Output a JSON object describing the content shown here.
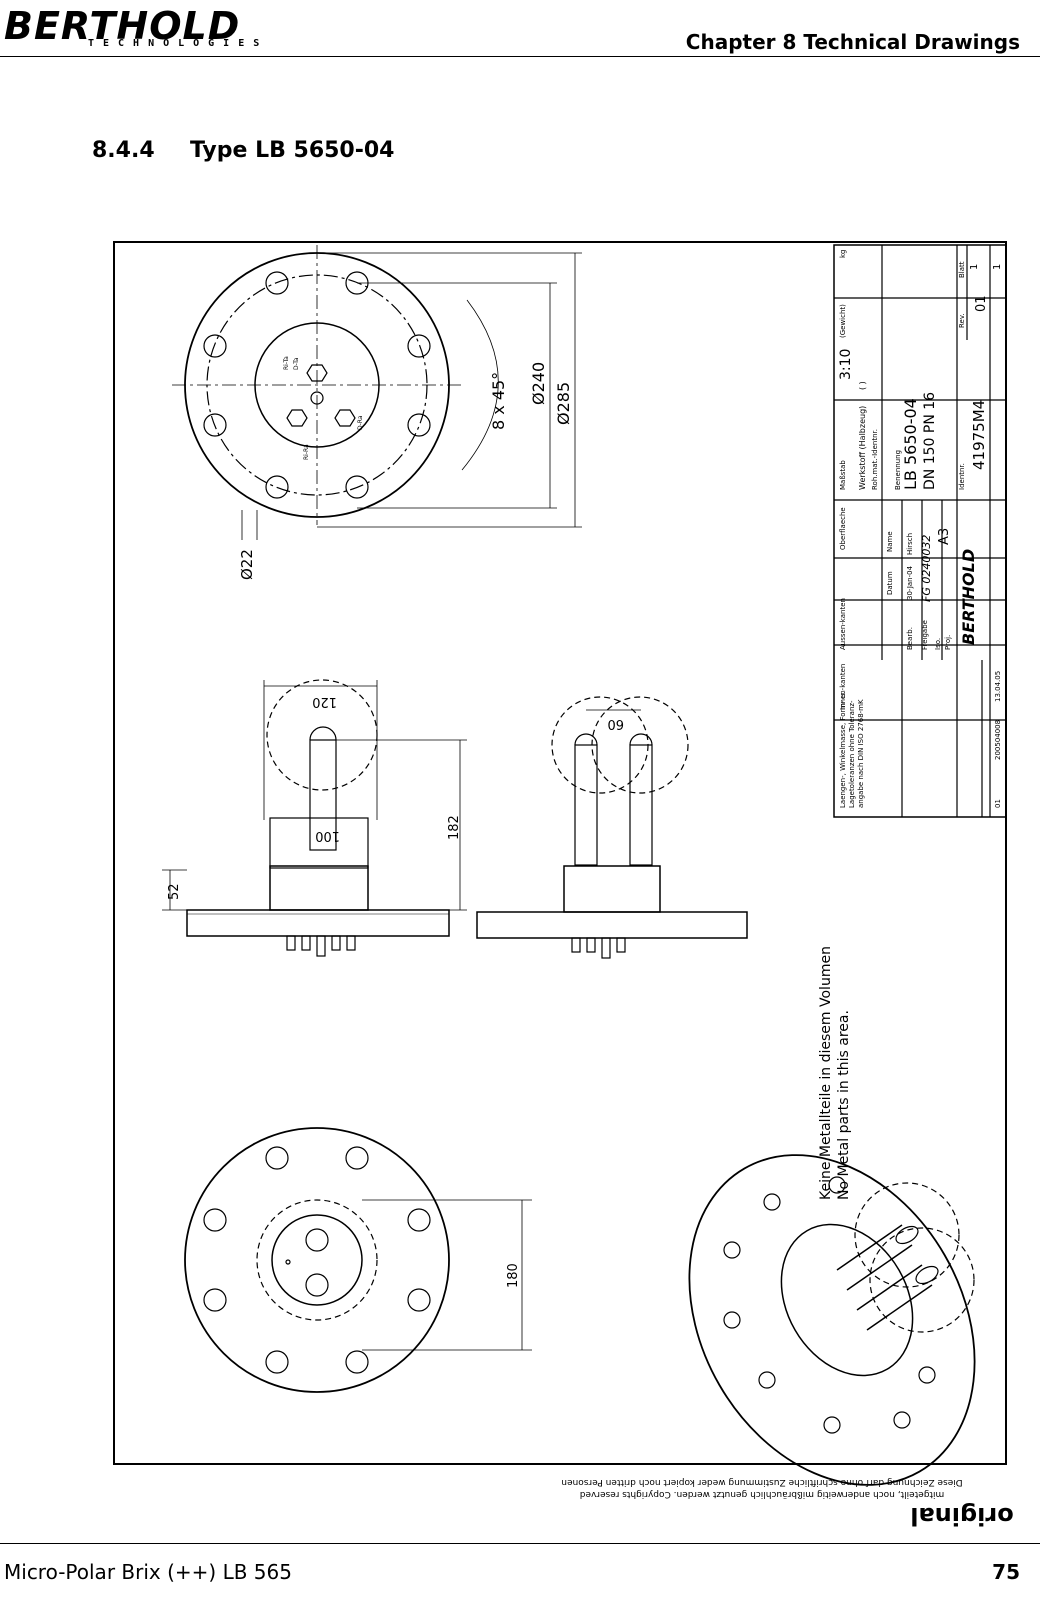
{
  "header": {
    "logo_main": "BERTHOLD",
    "logo_sub": "TECHNOLOGIES",
    "chapter": "Chapter 8 Technical Drawings"
  },
  "section": {
    "number": "8.4.4",
    "title": "Type LB 5650-04"
  },
  "drawing": {
    "dims": {
      "d240": "Ø240",
      "d285": "Ø285",
      "holes": "8 x 45°",
      "d22": "Ø22",
      "d120": "120",
      "d182": "182",
      "d100": "100",
      "d52": "52",
      "d60": "60",
      "d180": "180"
    },
    "flange_labels": [
      "Ri-Ta",
      "D-Ta",
      "D-Ra",
      "Ri-Ra"
    ],
    "notice_de": "Keine Metallteile in diesem Volumen",
    "notice_en": "No Metal parts in this area.",
    "title_block": {
      "tolerance_text": [
        "Laengen-, Winkelmasse, Form- u.",
        "Lagetoleranzen ohne Toleranz-",
        "angabe nach DIN ISO 2768-mK"
      ],
      "inner_edges": "Innen-kanten",
      "outer_edges": "Aussen-kanten",
      "surface": "Oberflaeche",
      "scale_label": "Maßstab",
      "scale": "3:10",
      "weight_label": "(Gewicht)",
      "weight_unit": "kg",
      "material_label": "Werkstoff (Halbzeug)",
      "material_value": "( )",
      "raw_label": "Roh.mat.-Identnr.",
      "bearb_label": "Bearb.",
      "bearb_date": "30-Jan-04",
      "bearb_name": "Hirsch",
      "freigabe_label": "Freigabe",
      "freigabe_value": "FG 0240032",
      "date_col": "Datum",
      "name_col": "Name",
      "iso_label": "Iso.",
      "proj_label": "Proj.",
      "sheet_size": "A3",
      "designation_label": "Benennung",
      "designation_1": "LB 5650-04",
      "designation_2": "DN 150 PN 16",
      "ident_label": "Identnr.",
      "ident": "41975M4",
      "rev_label": "Rev.",
      "rev": "01",
      "sheet_label": "Blatt",
      "sheet": "1",
      "of_sheets": "1",
      "rev_row_rev": "01",
      "rev_row_no": "200504008",
      "rev_row_date": "13.04.05",
      "logo": "BERTHOLD"
    },
    "copyright_1": "Diese Zeichnung darf ohne schriftliche Zustimmung weder kopiert noch dritten Personen",
    "copyright_2": "mitgeteilt, noch anderweitig mißbräuchlich genutzt werden. Copyrights reserved",
    "stamp": "original"
  },
  "footer": {
    "left": "Micro-Polar Brix (++) LB 565",
    "page": "75"
  }
}
